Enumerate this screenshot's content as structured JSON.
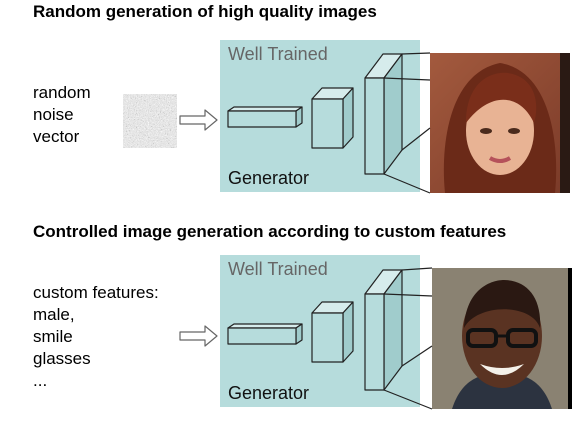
{
  "section1": {
    "heading": "Random generation of high quality images",
    "input_lines": [
      "random",
      "noise",
      "vector"
    ],
    "panel_top_label": "Well Trained",
    "panel_bottom_label": "Generator",
    "output_image": "generated-female-face-photo"
  },
  "section2": {
    "heading": "Controlled image generation according to custom features",
    "input_lines": [
      "custom features:",
      "male,",
      "smile",
      "glasses",
      "..."
    ],
    "panel_top_label": "Well Trained",
    "panel_bottom_label": "Generator",
    "output_image": "generated-male-face-with-glasses-photo"
  },
  "colors": {
    "panel_background": "#b6dcdc",
    "text": "#000000"
  }
}
